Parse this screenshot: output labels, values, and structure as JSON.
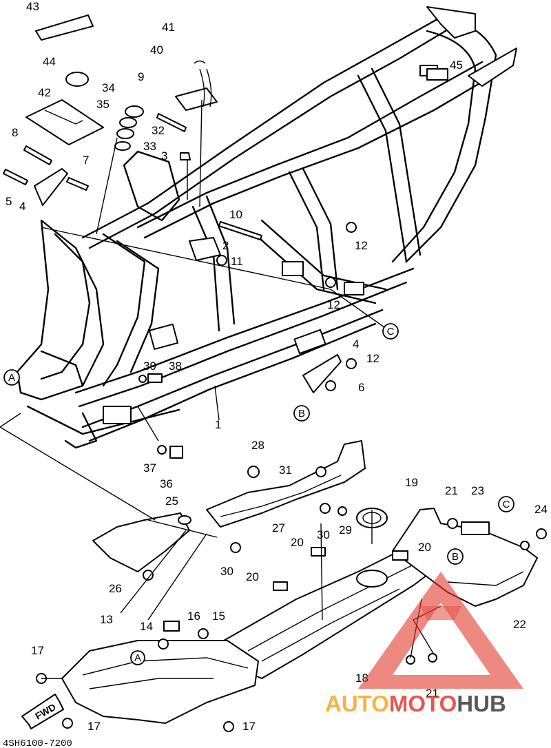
{
  "callouts": [
    {
      "id": "c43",
      "text": "43"
    },
    {
      "id": "c44",
      "text": "44"
    },
    {
      "id": "c42",
      "text": "42"
    },
    {
      "id": "c41",
      "text": "41"
    },
    {
      "id": "c40",
      "text": "40"
    },
    {
      "id": "c34",
      "text": "34"
    },
    {
      "id": "c35",
      "text": "35"
    },
    {
      "id": "c9",
      "text": "9"
    },
    {
      "id": "c32",
      "text": "32"
    },
    {
      "id": "c33",
      "text": "33"
    },
    {
      "id": "c8",
      "text": "8"
    },
    {
      "id": "c3",
      "text": "3"
    },
    {
      "id": "c7",
      "text": "7"
    },
    {
      "id": "c5",
      "text": "5"
    },
    {
      "id": "c4a",
      "text": "4"
    },
    {
      "id": "c45",
      "text": "45"
    },
    {
      "id": "c10",
      "text": "10"
    },
    {
      "id": "c2",
      "text": "2"
    },
    {
      "id": "c12a",
      "text": "12"
    },
    {
      "id": "c11",
      "text": "11"
    },
    {
      "id": "c12b",
      "text": "12"
    },
    {
      "id": "c4b",
      "text": "4"
    },
    {
      "id": "c12c",
      "text": "12"
    },
    {
      "id": "c6",
      "text": "6"
    },
    {
      "id": "c39",
      "text": "39"
    },
    {
      "id": "c38",
      "text": "38"
    },
    {
      "id": "c1",
      "text": "1"
    },
    {
      "id": "c37",
      "text": "37"
    },
    {
      "id": "c36",
      "text": "36"
    },
    {
      "id": "c28",
      "text": "28"
    },
    {
      "id": "c31",
      "text": "31"
    },
    {
      "id": "c19",
      "text": "19"
    },
    {
      "id": "c21a",
      "text": "21"
    },
    {
      "id": "c23",
      "text": "23"
    },
    {
      "id": "c24",
      "text": "24"
    },
    {
      "id": "c25",
      "text": "25"
    },
    {
      "id": "c27",
      "text": "27"
    },
    {
      "id": "c30a",
      "text": "30"
    },
    {
      "id": "c29",
      "text": "29"
    },
    {
      "id": "c20a",
      "text": "20"
    },
    {
      "id": "c20b",
      "text": "20"
    },
    {
      "id": "c30b",
      "text": "30"
    },
    {
      "id": "c20c",
      "text": "20"
    },
    {
      "id": "c26",
      "text": "26"
    },
    {
      "id": "c22",
      "text": "22"
    },
    {
      "id": "c13",
      "text": "13"
    },
    {
      "id": "c16",
      "text": "16"
    },
    {
      "id": "c15",
      "text": "15"
    },
    {
      "id": "c14",
      "text": "14"
    },
    {
      "id": "c17a",
      "text": "17"
    },
    {
      "id": "c18",
      "text": "18"
    },
    {
      "id": "c17b",
      "text": "17"
    },
    {
      "id": "c17c",
      "text": "17"
    },
    {
      "id": "c21b",
      "text": "21"
    }
  ],
  "ref_markers": {
    "a1": "A",
    "a2": "A",
    "b1": "B",
    "b2": "B",
    "c1": "C",
    "c2": "C"
  },
  "arrow_label": "FWD",
  "diagram_code": "4SH6100-7200",
  "watermark": {
    "part1": "AUTO",
    "part2": "MOTO",
    "part3": "HUB",
    "color_red": "#e23a2e",
    "color_orange": "#f5a623",
    "color_dark": "#3c3c3c"
  }
}
